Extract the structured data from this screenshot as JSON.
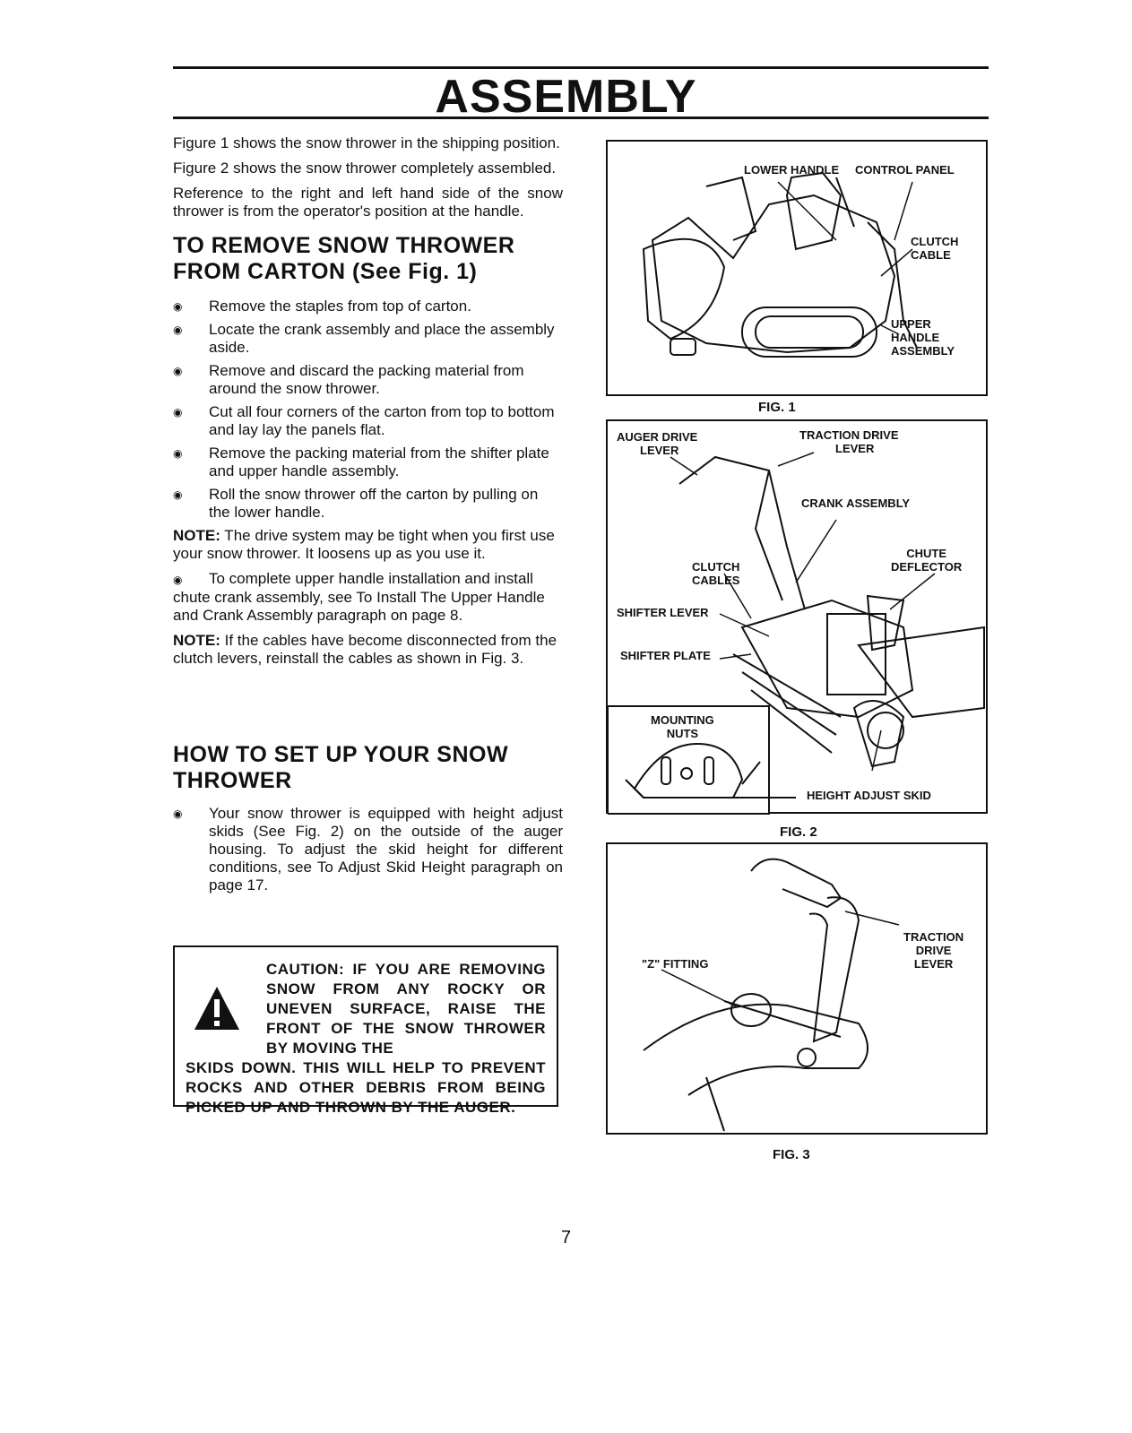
{
  "page": {
    "title": "ASSEMBLY",
    "page_number": "7"
  },
  "intro": [
    "Figure 1 shows the snow thrower in the shipping position.",
    "Figure 2 shows the snow thrower completely assembled.",
    "Reference to the right and left hand side of the snow thrower is from the operator's position at the handle."
  ],
  "remove_section": {
    "heading_line1": "TO REMOVE SNOW THROWER",
    "heading_line2": "FROM CARTON (See Fig. 1)",
    "steps": [
      "Remove the staples from top of carton.",
      "Locate the crank assembly and place the assembly aside.",
      "Remove and discard the packing material from around the snow thrower.",
      "Cut all four corners of the carton from top to bottom and lay lay the panels flat.",
      "Remove the packing material from the shifter plate and upper handle assembly.",
      "Roll the snow thrower off the carton by pulling on the lower handle."
    ],
    "note1_label": "NOTE:",
    "note1_text": " The drive system may be tight when you first use your snow thrower. It loosens up as you use it.",
    "step_extra": "To complete upper handle installation and install chute crank assembly, see To Install The Upper Handle and Crank Assembly paragraph on page 8.",
    "note2_label": "NOTE:",
    "note2_text": " If the cables have become disconnected from the clutch levers, reinstall the cables as shown in Fig. 3."
  },
  "setup_section": {
    "heading_line1": "HOW TO SET UP YOUR SNOW",
    "heading_line2": "THROWER",
    "step": "Your snow thrower is equipped with height adjust skids (See Fig. 2) on the outside of the auger housing. To adjust the skid height for different conditions, see To Adjust Skid Height paragraph on page 17."
  },
  "caution": {
    "line_first": "CAUTION: IF YOU ARE REMOVING SNOW FROM ANY ROCKY OR UNEVEN SURFACE, RAISE THE FRONT OF THE SNOW THROWER BY MOVING THE",
    "line_rest": "SKIDS DOWN. THIS WILL HELP TO PREVENT ROCKS AND OTHER DEBRIS FROM BEING PICKED UP AND THROWN BY THE AUGER.",
    "icon": "warning-triangle-icon"
  },
  "fig1": {
    "caption": "FIG. 1",
    "labels": {
      "lower_handle": "LOWER HANDLE",
      "control_panel": "CONTROL PANEL",
      "clutch_cable_1": "CLUTCH",
      "clutch_cable_2": "CABLE",
      "upper_handle_1": "UPPER",
      "upper_handle_2": "HANDLE",
      "upper_handle_3": "ASSEMBLY"
    }
  },
  "fig2": {
    "caption": "FIG. 2",
    "labels": {
      "auger_drive_1": "AUGER DRIVE",
      "auger_drive_2": "LEVER",
      "traction_drive_1": "TRACTION DRIVE",
      "traction_drive_2": "LEVER",
      "crank_assembly": "CRANK ASSEMBLY",
      "chute_deflector_1": "CHUTE",
      "chute_deflector_2": "DEFLECTOR",
      "clutch_cables_1": "CLUTCH",
      "clutch_cables_2": "CABLES",
      "shifter_lever": "SHIFTER LEVER",
      "shifter_plate": "SHIFTER PLATE",
      "mounting_nuts_1": "MOUNTING",
      "mounting_nuts_2": "NUTS",
      "height_adjust_skid": "HEIGHT ADJUST SKID"
    }
  },
  "fig3": {
    "caption": "FIG. 3",
    "labels": {
      "z_fitting": "\"Z\" FITTING",
      "traction_1": "TRACTION",
      "traction_2": "DRIVE",
      "traction_3": "LEVER"
    }
  }
}
